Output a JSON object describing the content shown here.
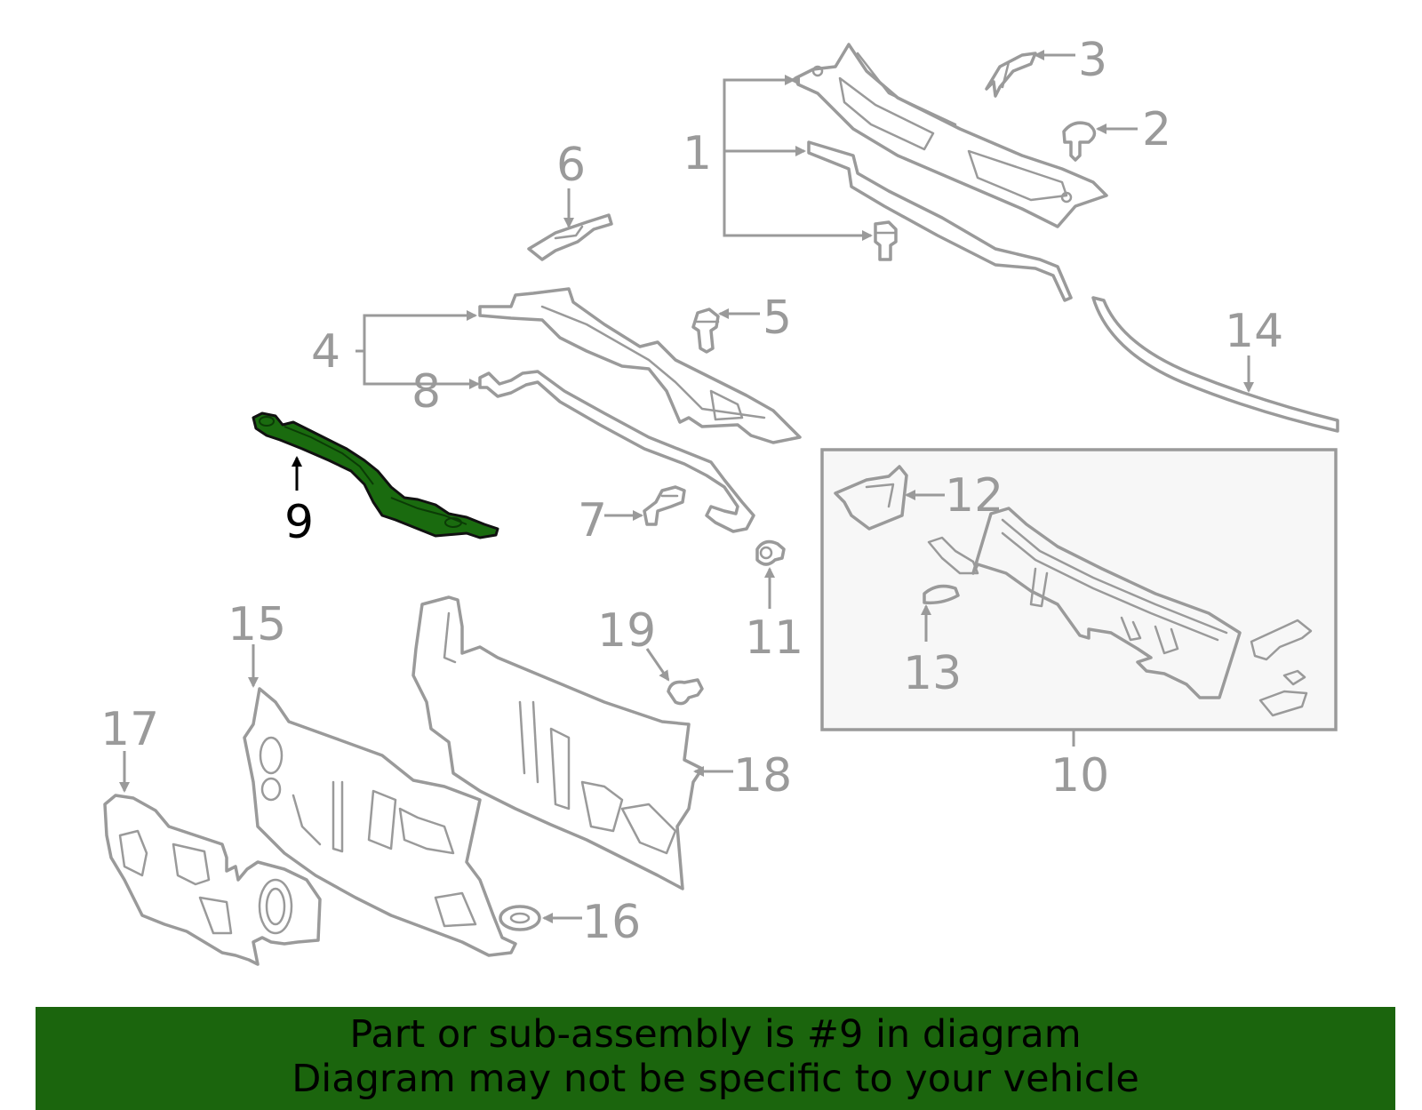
{
  "diagram": {
    "highlighted_part": "9",
    "callouts": {
      "c1": "1",
      "c2": "2",
      "c3": "3",
      "c4": "4",
      "c5": "5",
      "c6": "6",
      "c7": "7",
      "c8": "8",
      "c9": "9",
      "c10": "10",
      "c11": "11",
      "c12": "12",
      "c13": "13",
      "c14": "14",
      "c15": "15",
      "c16": "16",
      "c17": "17",
      "c18": "18",
      "c19": "19"
    },
    "colors": {
      "line": "#9a9a9a",
      "highlight_fill": "#1a6b0f",
      "banner_bg": "#1b650d",
      "box_bg": "#f7f7f7"
    }
  },
  "banner": {
    "line1": "Part or sub-assembly is #9 in diagram",
    "line2": "Diagram may not be specific to your vehicle"
  }
}
